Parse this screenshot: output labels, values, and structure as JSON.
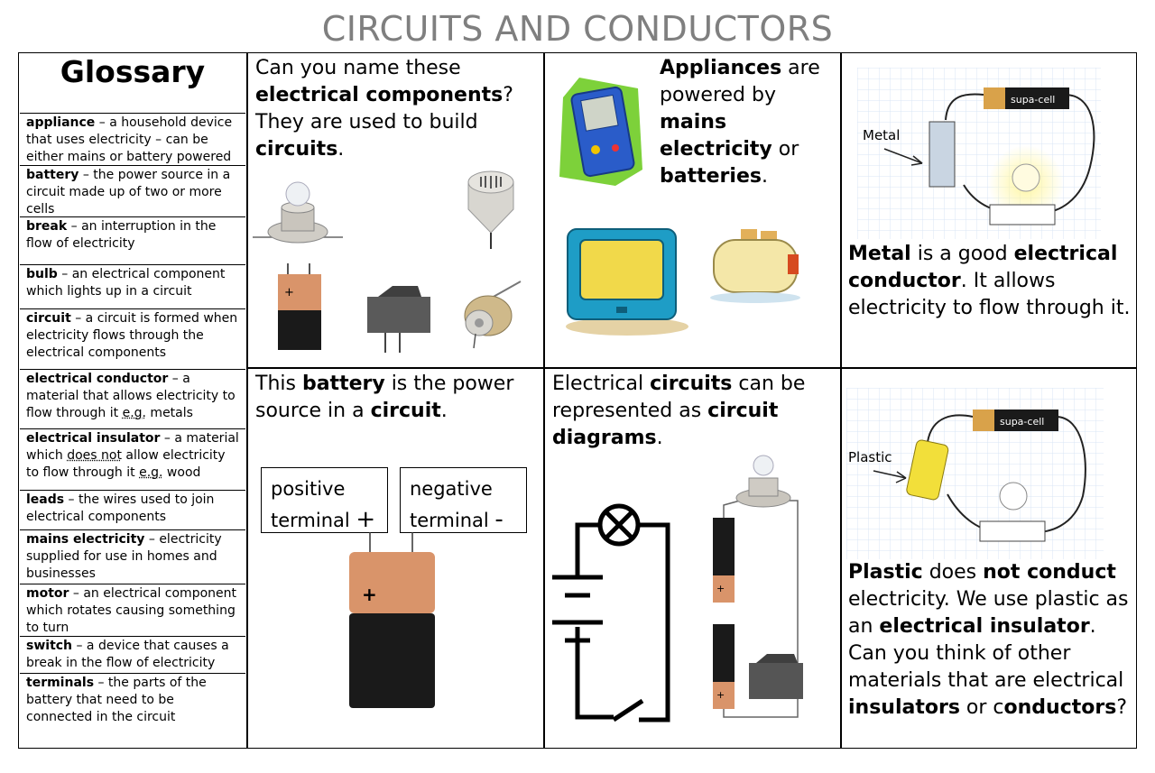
{
  "page_title": "CIRCUITS AND CONDUCTORS",
  "glossary": {
    "title": "Glossary",
    "entries": [
      {
        "term": "appliance",
        "rest": " – a household device that uses electricity – can be either mains or battery powered"
      },
      {
        "term": "battery",
        "rest": " – the power source in a circuit made up of two or more cells"
      },
      {
        "term": "break",
        "rest": " – an interruption in the flow of electricity"
      },
      {
        "term": "bulb",
        "rest": " – an electrical component which lights up in a circuit"
      },
      {
        "term": "circuit",
        "rest": " – a circuit is formed when electricity flows through the electrical components"
      },
      {
        "term": "electrical conductor",
        "rest_a": " – a material that allows electricity to flow through it ",
        "eg": "e.g.",
        "rest_b": " metals"
      },
      {
        "term": "electrical insulator",
        "rest_a": " – a material which ",
        "does_not": "does not",
        "rest_b": " allow electricity to flow through it ",
        "eg": "e.g.",
        "rest_c": " wood"
      },
      {
        "term": "leads",
        "rest": " – the wires used to join electrical components"
      },
      {
        "term": "mains electricity",
        "rest": " – electricity supplied for use in homes and businesses"
      },
      {
        "term": "motor",
        "rest": " – an electrical component which rotates causing something to turn"
      },
      {
        "term": "switch",
        "rest": " – a device that causes a break in the flow of electricity"
      },
      {
        "term": "terminals",
        "rest": " – the parts of the battery that need to be connected in the circuit"
      }
    ]
  },
  "components_panel": {
    "t1": "Can you name these ",
    "b1": "electrical components",
    "t2": "? They are used to build ",
    "b2": "circuits",
    "t3": "."
  },
  "appliances_panel": {
    "b1": "Appliances",
    "t1": " are powered by ",
    "b2": "mains electricity",
    "t2": " or ",
    "b3": "batteries",
    "t3": "."
  },
  "metal_panel": {
    "diagram_label": "Metal",
    "battery_brand": "supa-cell",
    "b1": "Metal",
    "t1": " is a good ",
    "b2": "electrical conductor",
    "t2": ". It allows electricity to flow through it."
  },
  "battery_panel": {
    "t1": "This ",
    "b1": "battery",
    "t2": " is the power source in a ",
    "b2": "circuit",
    "t3": ".",
    "positive_label": "positive terminal",
    "positive_sign": "+",
    "negative_label": "negative terminal",
    "negative_sign": "-",
    "battery_mark": "+"
  },
  "diagrams_panel": {
    "t1": "Electrical ",
    "b1": "circuits",
    "t2": " can be represented as ",
    "b2": "circuit diagrams",
    "t3": ".",
    "cell_mark": "+"
  },
  "plastic_panel": {
    "diagram_label": "Plastic",
    "battery_brand": "supa-cell",
    "b1": "Plastic",
    "t1": " does ",
    "b2": "not conduct",
    "t2": " electricity. We use plastic as an ",
    "b3": "electrical insulator",
    "t3": ". Can you think of other materials that are electrical ",
    "b4": "insulators",
    "t4": " or c",
    "b5": "onductors",
    "t5": "?"
  },
  "colors": {
    "title": "#7f7f7f",
    "battery_copper": "#d9946a",
    "battery_black": "#1a1a1a",
    "monitor_yellow": "#f1d94a",
    "grid_blue": "#d8e6f4"
  }
}
